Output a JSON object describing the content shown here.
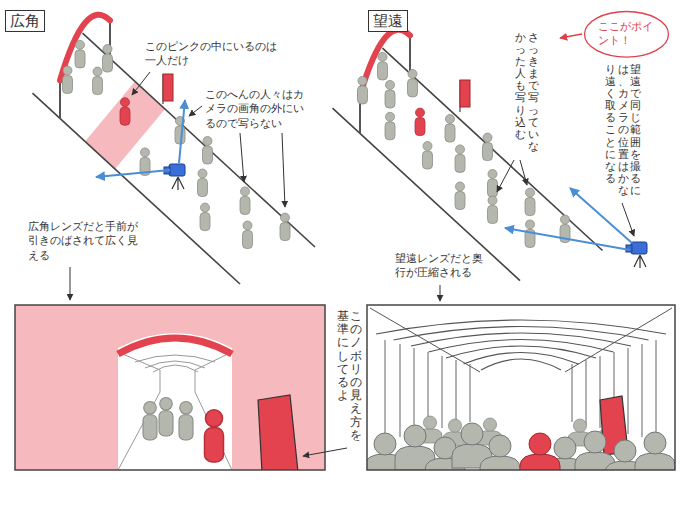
{
  "diagram": {
    "nodes": [
      {
        "text": [
          "広角"
        ]
      },
      {
        "text": [
          "望遠"
        ]
      },
      {
        "text": [
          "ここがポイント！"
        ]
      }
    ],
    "labels": [
      "このピンクの中にいるのは一人だけ",
      "このへんの人々はカメラの画角の外にいるので写らない",
      "広角レンズだと手前が引きのばされて広く見える",
      "このノボリの見え方を基準にしてるよ",
      "さっきまで写っていなかった人も写り込む",
      "望遠で同じ範囲を撮るには、カメラの位置はかなり遠く取ることになる",
      "望遠レンズだと奥行が圧縮される"
    ]
  }
}
